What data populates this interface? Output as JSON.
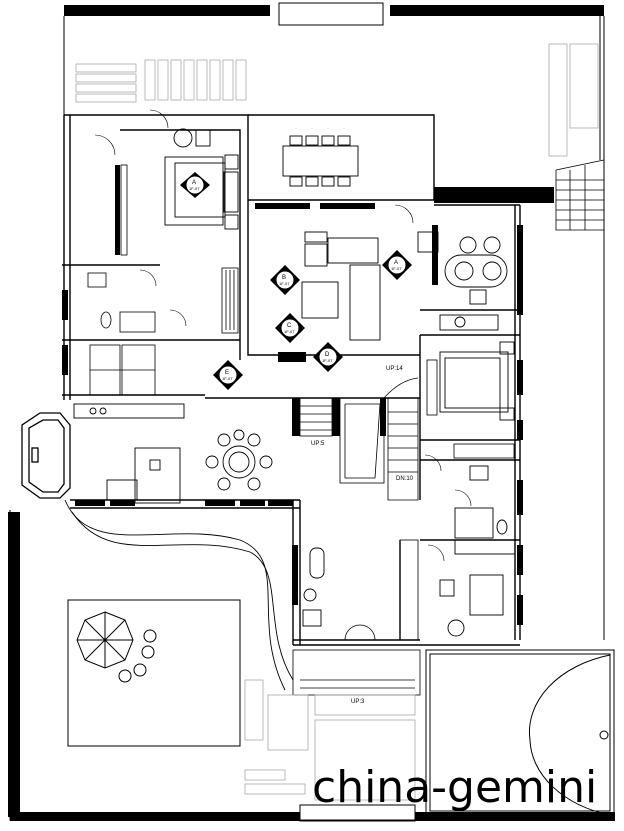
{
  "labels": {
    "up14": "UP:14",
    "up5": "UP:5",
    "dn10": "DN:10",
    "up3": "UP:3"
  },
  "elevation_markers": [
    {
      "letter": "A",
      "ref": "1F-07"
    },
    {
      "letter": "B",
      "ref": "1F-07"
    },
    {
      "letter": "C",
      "ref": "1F-07"
    },
    {
      "letter": "D",
      "ref": "1F-07"
    },
    {
      "letter": "E",
      "ref": "1F-07"
    },
    {
      "letter": "A",
      "ref": "1F-07"
    }
  ],
  "watermark": "china-gemini",
  "colors": {
    "line": "#000000",
    "background": "#ffffff",
    "light": "#999999"
  }
}
